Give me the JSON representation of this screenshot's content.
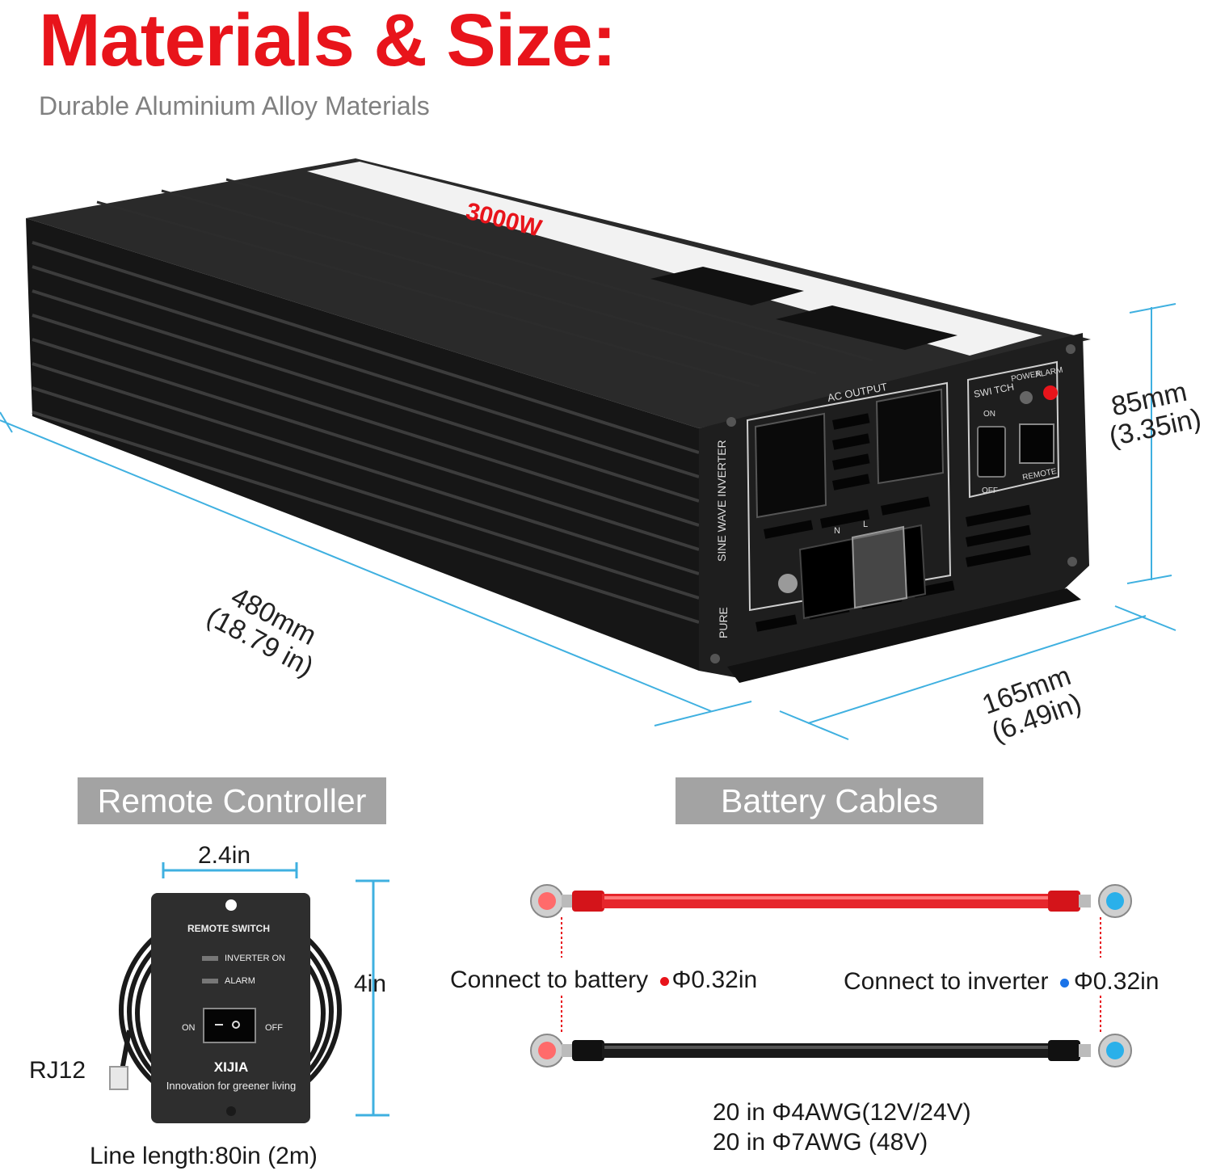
{
  "header": {
    "title": "Materials & Size:",
    "subtitle": "Durable Aluminium Alloy Materials"
  },
  "inverter": {
    "power_label": "3000W",
    "front_panel": {
      "ac_output": "AC OUTPUT",
      "switch": "SWI TCH",
      "on": "ON",
      "off": "OFF",
      "power": "POWER",
      "alarm": "ALARM",
      "remote": "REMOTE",
      "side_text": "SINE WAVE INVERTER",
      "pure": "PURE",
      "n": "N",
      "l": "L"
    },
    "dimensions": {
      "length_mm": "480mm",
      "length_in": "(18.79 in)",
      "width_mm": "165mm",
      "width_in": "(6.49in)",
      "height_mm": "85mm",
      "height_in": "(3.35in)"
    }
  },
  "remote_controller": {
    "section_label": "Remote Controller",
    "width": "2.4in",
    "height": "4in",
    "connector": "RJ12",
    "line_length": "Line length:80in (2m)",
    "panel": {
      "heading": "REMOTE SWITCH",
      "inverter_on": "INVERTER ON",
      "alarm": "ALARM",
      "on": "ON",
      "off": "OFF",
      "brand": "XIJIA",
      "tagline": "Innovation for greener living"
    }
  },
  "battery_cables": {
    "section_label": "Battery Cables",
    "battery_side": "Connect to battery",
    "battery_ring": "Φ0.32in",
    "inverter_side": "Connect to inverter",
    "inverter_ring": "Φ0.32in",
    "spec_1": "20 in Φ4AWG(12V/24V)",
    "spec_2": "20 in Φ7AWG (48V)"
  },
  "colors": {
    "accent_red": "#e8141b",
    "dimension_line": "#3fb0e0",
    "section_bg": "#a3a3a3",
    "battery_dot": "#e8141b",
    "inverter_dot": "#1a73e8"
  }
}
